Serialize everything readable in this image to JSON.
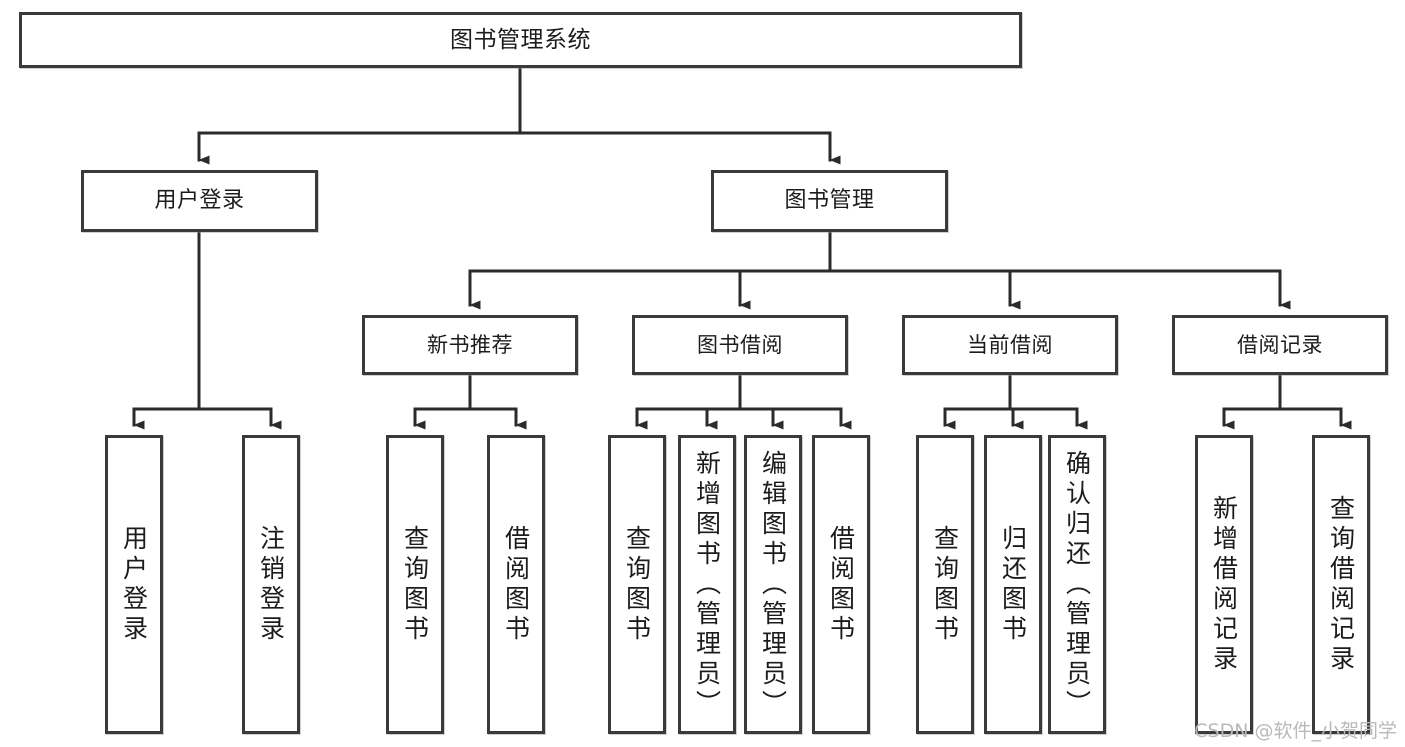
{
  "diagram": {
    "title": "图书管理系统",
    "type": "tree-hierarchy",
    "watermark": "CSDN @软件_小贺同学",
    "colors": {
      "background": "#ffffff",
      "box_border": "#3a3a3a",
      "box_fill": "#ffffff",
      "connector": "#2b2b2b",
      "text": "#1c1c1c",
      "watermark": "#b9b9b9"
    },
    "nodes": {
      "root": {
        "label": "图书管理系统"
      },
      "level1": [
        {
          "id": "user-login",
          "label": "用户登录"
        },
        {
          "id": "book-manage",
          "label": "图书管理"
        }
      ],
      "level2": [
        {
          "id": "new-book-recommend",
          "label": "新书推荐",
          "parent": "book-manage"
        },
        {
          "id": "book-borrow",
          "label": "图书借阅",
          "parent": "book-manage"
        },
        {
          "id": "current-borrow",
          "label": "当前借阅",
          "parent": "book-manage"
        },
        {
          "id": "borrow-record",
          "label": "借阅记录",
          "parent": "book-manage"
        }
      ],
      "leaves": [
        {
          "id": "leaf-user-login",
          "label": "用户登录",
          "parent": "user-login"
        },
        {
          "id": "leaf-user-logout",
          "label": "注销登录",
          "parent": "user-login"
        },
        {
          "id": "leaf-query-book-1",
          "label": "查询图书",
          "parent": "new-book-recommend"
        },
        {
          "id": "leaf-borrow-book-1",
          "label": "借阅图书",
          "parent": "new-book-recommend"
        },
        {
          "id": "leaf-query-book-2",
          "label": "查询图书",
          "parent": "book-borrow"
        },
        {
          "id": "leaf-add-book",
          "label": "新增图书（管理员）",
          "parent": "book-borrow"
        },
        {
          "id": "leaf-edit-book",
          "label": "编辑图书（管理员）",
          "parent": "book-borrow"
        },
        {
          "id": "leaf-borrow-book-2",
          "label": "借阅图书",
          "parent": "book-borrow"
        },
        {
          "id": "leaf-query-book-3",
          "label": "查询图书",
          "parent": "current-borrow"
        },
        {
          "id": "leaf-return-book",
          "label": "归还图书",
          "parent": "current-borrow"
        },
        {
          "id": "leaf-confirm-return",
          "label": "确认归还（管理员）",
          "parent": "current-borrow"
        },
        {
          "id": "leaf-add-record",
          "label": "新增借阅记录",
          "parent": "borrow-record"
        },
        {
          "id": "leaf-query-record",
          "label": "查询借阅记录",
          "parent": "borrow-record"
        }
      ]
    }
  }
}
